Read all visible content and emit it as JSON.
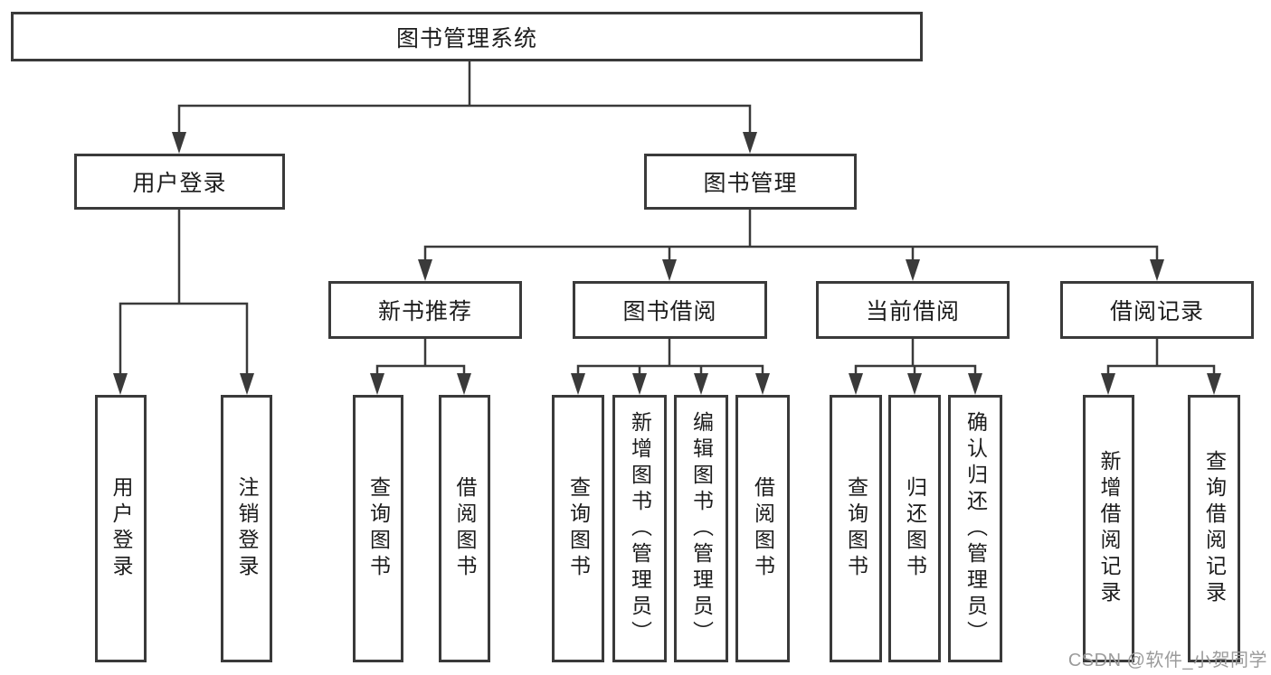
{
  "tree": {
    "label": "图书管理系统",
    "children": [
      {
        "label": "用户登录",
        "children": [
          {
            "label": "用户登录"
          },
          {
            "label": "注销登录"
          }
        ]
      },
      {
        "label": "图书管理",
        "children": [
          {
            "label": "新书推荐",
            "children": [
              {
                "label": "查询图书"
              },
              {
                "label": "借阅图书"
              }
            ]
          },
          {
            "label": "图书借阅",
            "children": [
              {
                "label": "查询图书"
              },
              {
                "label": "新增图书（管理员）"
              },
              {
                "label": "编辑图书（管理员）"
              },
              {
                "label": "借阅图书"
              }
            ]
          },
          {
            "label": "当前借阅",
            "children": [
              {
                "label": "查询图书"
              },
              {
                "label": "归还图书"
              },
              {
                "label": "确认归还（管理员）"
              }
            ]
          },
          {
            "label": "借阅记录",
            "children": [
              {
                "label": "新增借阅记录"
              },
              {
                "label": "查询借阅记录"
              }
            ]
          }
        ]
      }
    ]
  },
  "watermark": {
    "text": "CSDN @软件_小贺同学"
  },
  "colors": {
    "line": "#3a3a3a",
    "box_border": "#3a3a3a",
    "text": "#1c1c1c",
    "watermark": "#9b9b9b",
    "background": "#ffffff"
  }
}
